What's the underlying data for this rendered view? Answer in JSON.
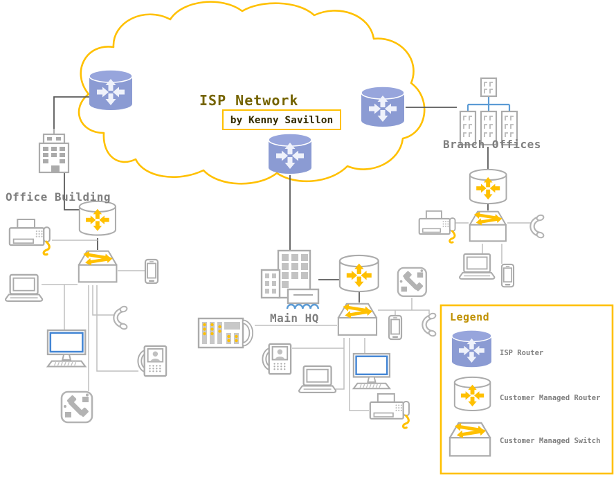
{
  "title": "ISP Network",
  "byline": "by Kenny Savillon",
  "areas": {
    "office_building": "Office Building",
    "branch_offices": "Branch Offices",
    "main_hq": "Main HQ"
  },
  "legend": {
    "title": "Legend",
    "items": [
      {
        "icon": "isp-router-icon",
        "label": "ISP Router"
      },
      {
        "icon": "customer-managed-router-icon",
        "label": "Customer Managed Router"
      },
      {
        "icon": "customer-managed-switch-icon",
        "label": "Customer Managed Switch"
      }
    ]
  },
  "colors": {
    "cloud_outline": "#FFC000",
    "accent_yellow": "#FFC000",
    "isp_router_blue": "#8B9BD3",
    "device_gray": "#ABABAB",
    "label_gray": "#7F7F7F",
    "branch_link_blue": "#5B9BD5",
    "title_olive": "#756400",
    "monitor_screen_blue": "#4285D4"
  }
}
